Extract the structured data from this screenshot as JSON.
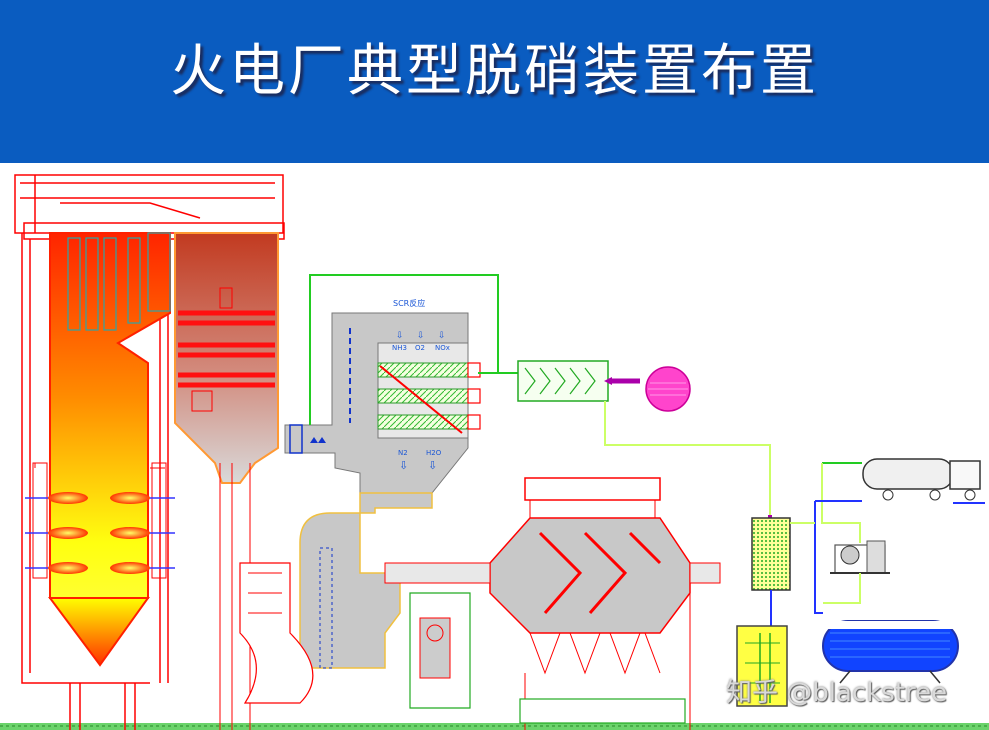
{
  "title": "火电厂典型脱硝装置布置",
  "scr": {
    "label": "SCR反应",
    "flow_in": [
      "NH3",
      "O2",
      "NOx"
    ],
    "flow_out": [
      "N2",
      "H2O"
    ]
  },
  "watermark": "知乎 @blackstree",
  "colors": {
    "title_bg": "#0a5cc0",
    "flame_red": "#ff2a00",
    "flame_yellow": "#ffff00",
    "duct_gray": "#bdbdbd",
    "pipe_green": "#22cc22",
    "pipe_blue": "#2233ff",
    "fan_magenta": "#ff33cc"
  }
}
